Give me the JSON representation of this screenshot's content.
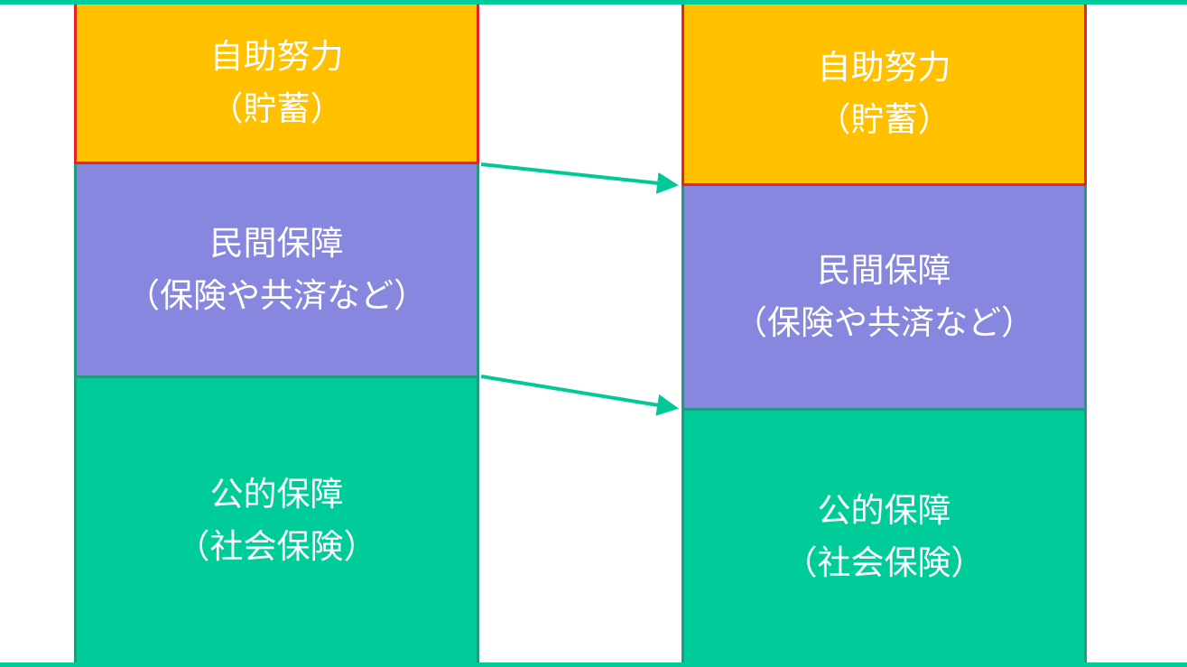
{
  "colors": {
    "self_help": "#ffc000",
    "private": "#8787df",
    "public": "#00cc99",
    "accent_line": "#00cc99",
    "self_border": "#e8202a",
    "block_border": "#1f9b80",
    "arrow": "#00c896",
    "text": "#ffffff"
  },
  "left": {
    "self_help": {
      "line1": "自助努力",
      "line2": "（貯蓄）"
    },
    "private": {
      "line1": "民間保障",
      "line2": "（保険や共済など）"
    },
    "public": {
      "line1": "公的保障",
      "line2": "（社会保険）"
    }
  },
  "right": {
    "self_help": {
      "line1": "自助努力",
      "line2": "（貯蓄）"
    },
    "private": {
      "line1": "民間保障",
      "line2": "（保険や共済など）"
    },
    "public": {
      "line1": "公的保障",
      "line2": "（社会保険）"
    }
  }
}
